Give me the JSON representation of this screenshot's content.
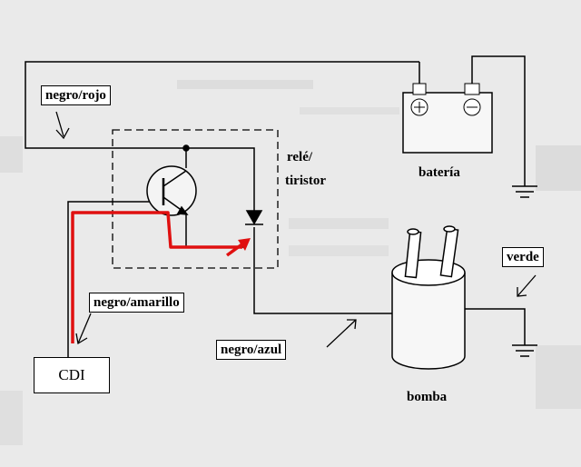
{
  "labels": {
    "negro_rojo": "negro/rojo",
    "rele_line1": "relé/",
    "rele_line2": "tiristor",
    "bateria": "batería",
    "verde": "verde",
    "negro_amarillo": "negro/amarillo",
    "negro_azul": "negro/azul",
    "cdi": "CDI",
    "bomba": "bomba"
  },
  "colors": {
    "wire": "#000000",
    "highlight_path": "#e01010",
    "background": "#e9e9e9",
    "component_fill": "#ffffff"
  },
  "icons": {
    "battery": "battery-icon",
    "ground": "ground-icon",
    "transistor": "transistor-icon",
    "diode": "diode-icon",
    "pump": "pump-icon"
  }
}
